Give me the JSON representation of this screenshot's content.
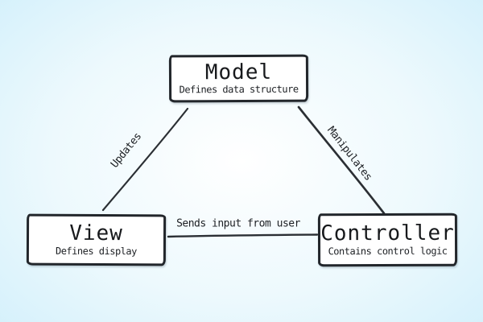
{
  "nodes": {
    "model": {
      "title": "Model",
      "subtitle": "Defines data structure"
    },
    "view": {
      "title": "View",
      "subtitle": "Defines display"
    },
    "controller": {
      "title": "Controller",
      "subtitle": "Contains control logic"
    }
  },
  "edges": {
    "updates": {
      "label": "Updates"
    },
    "manipulates": {
      "label": "Manipulates"
    },
    "sends_input": {
      "label": "Sends input from user"
    }
  },
  "colors": {
    "background_edge": "#d3f0fb",
    "background_center": "#ffffff",
    "box_fill": "#ffffff",
    "box_border": "#22262b",
    "text": "#17191c",
    "line": "#2b2f34"
  }
}
